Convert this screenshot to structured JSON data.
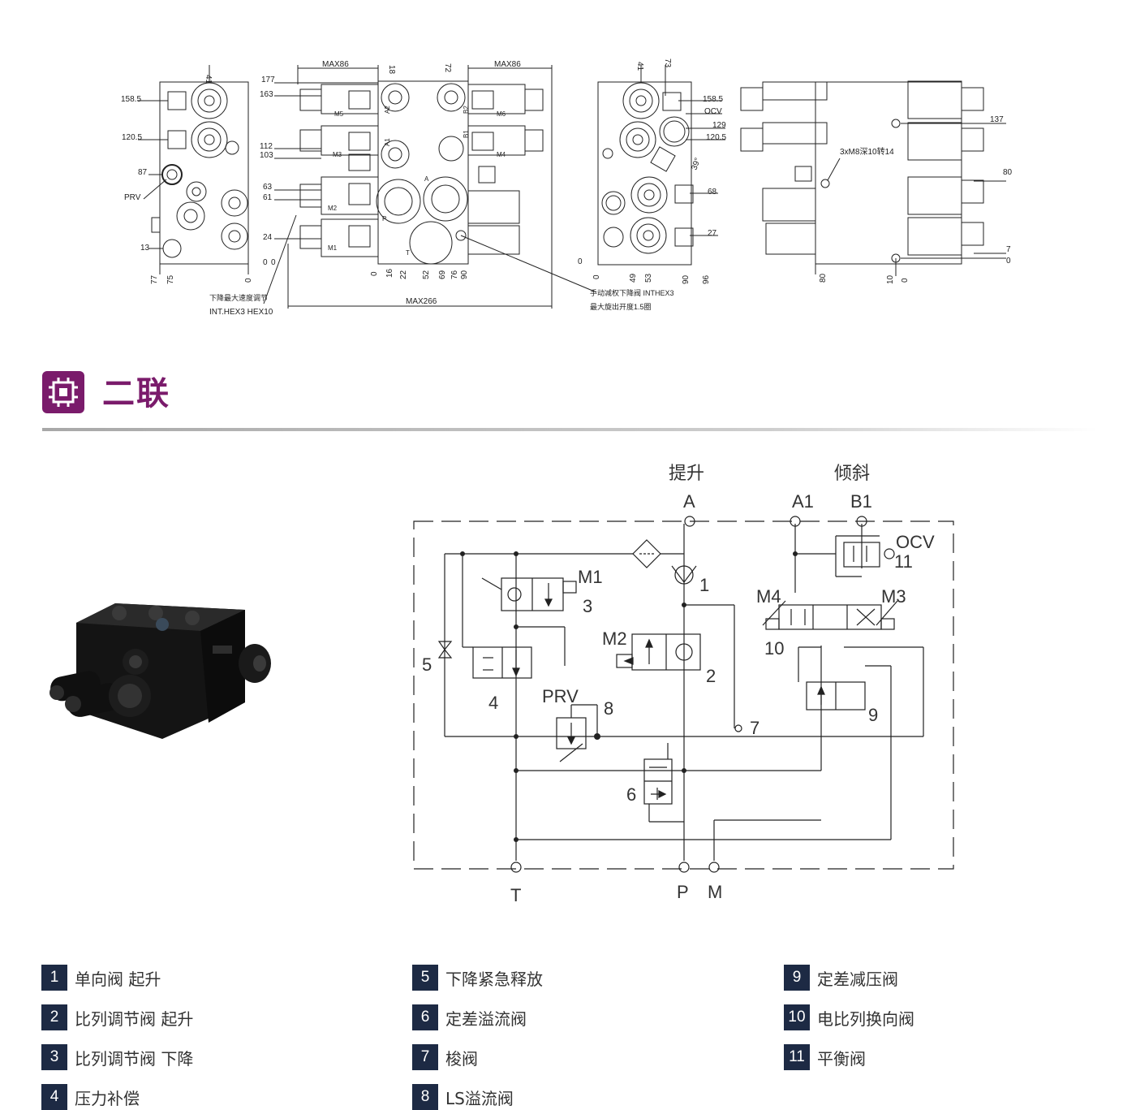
{
  "drawings": {
    "left_view": {
      "dims_left": [
        "158.5",
        "120.5",
        "87",
        "PRV",
        "13"
      ],
      "dims_top": [
        "41"
      ],
      "dims_bottom": [
        "77",
        "75",
        "0"
      ],
      "note": [
        "下降最大速度调节",
        "INT.HEX3   HEX10"
      ]
    },
    "front_view": {
      "max_left": "MAX86",
      "max_right": "MAX86",
      "max_bottom": "MAX266",
      "dims_left": [
        "177",
        "163",
        "112",
        "103",
        "63",
        "61",
        "24"
      ],
      "dims_top": [
        "18",
        "72"
      ],
      "dims_bottom": [
        "0",
        "16",
        "22",
        "52",
        "69",
        "76",
        "90",
        "0",
        "0"
      ],
      "solenoids": [
        "M5",
        "M6",
        "M3",
        "M4",
        "M2",
        "M1"
      ],
      "ports": [
        "A2",
        "B2",
        "A1",
        "B1",
        "A",
        "P",
        "T"
      ],
      "note": [
        "手动减权下降阀 INTHEX3",
        "最大旋出开度1.5圈"
      ]
    },
    "side_view": {
      "dims_top": [
        "41",
        "73"
      ],
      "dims_right": [
        "158.5",
        "OCV",
        "129",
        "120.5",
        "68",
        "27"
      ],
      "angle": "39°",
      "dims_bottom": [
        "0",
        "49",
        "53",
        "90",
        "96"
      ]
    },
    "rear_view": {
      "dims_right": [
        "137",
        "80",
        "7",
        "0"
      ],
      "bolt_note": "3xM8深10转14",
      "dims_bottom": [
        "80",
        "10",
        "0"
      ]
    }
  },
  "section": {
    "title": "二联",
    "icon": "chip-icon",
    "accent": "#7a1b6b"
  },
  "schematic": {
    "top_labels": [
      "提升",
      "倾斜"
    ],
    "ports_top": [
      "A",
      "A1",
      "B1"
    ],
    "ports_bottom": [
      "T",
      "P",
      "M"
    ],
    "tags": [
      "M1",
      "M2",
      "M3",
      "M4",
      "PRV",
      "OCV",
      "1",
      "2",
      "3",
      "4",
      "5",
      "6",
      "7",
      "8",
      "9",
      "10",
      "11"
    ]
  },
  "legend": [
    {
      "num": "1",
      "label": "单向阀 起升"
    },
    {
      "num": "2",
      "label": "比列调节阀 起升"
    },
    {
      "num": "3",
      "label": "比列调节阀 下降"
    },
    {
      "num": "4",
      "label": "压力补偿"
    },
    {
      "num": "5",
      "label": "下降紧急释放"
    },
    {
      "num": "6",
      "label": "定差溢流阀"
    },
    {
      "num": "7",
      "label": "梭阀"
    },
    {
      "num": "8",
      "label": "LS溢流阀"
    },
    {
      "num": "9",
      "label": "定差减压阀"
    },
    {
      "num": "10",
      "label": "电比列换向阀"
    },
    {
      "num": "11",
      "label": "平衡阀"
    }
  ],
  "colors": {
    "badge": "#1d2a44",
    "text": "#333333",
    "line": "#222222"
  }
}
